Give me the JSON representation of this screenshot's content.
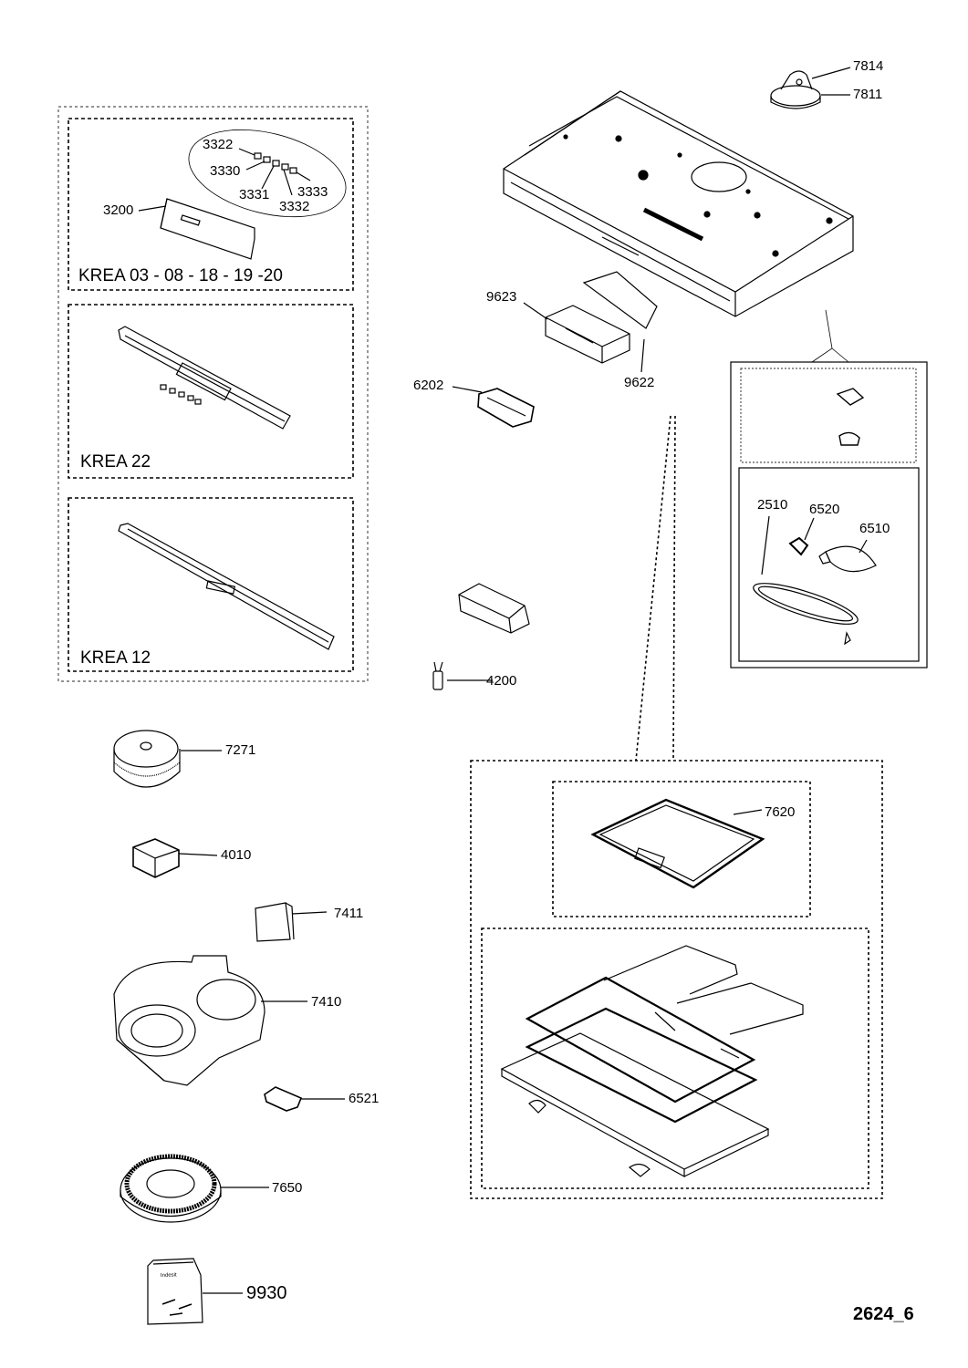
{
  "doc_id": "2624_6",
  "variant_labels": [
    "KREA 03 - 08 - 18 - 19 -20",
    "KREA 22",
    "KREA 12"
  ],
  "part_numbers": {
    "p7814": "7814",
    "p7811": "7811",
    "p3322": "3322",
    "p3330": "3330",
    "p3331": "3331",
    "p3332": "3332",
    "p3333": "3333",
    "p3200": "3200",
    "p9623": "9623",
    "p9622": "9622",
    "p6202": "6202",
    "p2510": "2510",
    "p6520": "6520",
    "p6510": "6510",
    "p4200": "4200",
    "p7271": "7271",
    "p4010": "4010",
    "p7411": "7411",
    "p7410": "7410",
    "p6521": "6521",
    "p7650": "7650",
    "p7620": "7620",
    "p9930": "9930"
  },
  "bag_text": "Indesit"
}
